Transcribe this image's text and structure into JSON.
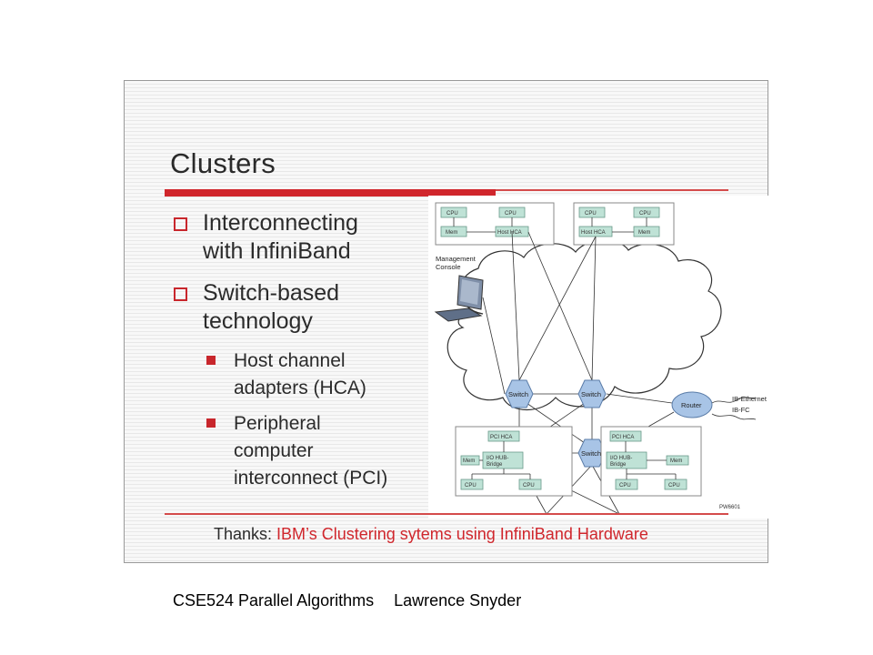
{
  "slide": {
    "title": "Clusters",
    "bullets": [
      {
        "level": 1,
        "text": [
          "Interconnecting",
          "with InfiniBand"
        ]
      },
      {
        "level": 1,
        "text": [
          "Switch-based",
          "technology"
        ]
      },
      {
        "level": 2,
        "text": [
          "Host channel",
          "adapters (HCA)"
        ]
      },
      {
        "level": 2,
        "text": [
          "Peripheral",
          "computer",
          "interconnect (PCI)"
        ]
      }
    ],
    "thanks_prefix": "Thanks: ",
    "thanks_source": "IBM’s Clustering sytems using InfiniBand Hardware"
  },
  "diagram": {
    "top_nodes": [
      {
        "cpu_left": "CPU",
        "cpu_right": "CPU",
        "mem": "Mem",
        "hca": "Host HCA"
      },
      {
        "cpu_left": "CPU",
        "cpu_right": "CPU",
        "mem": "Mem",
        "hca": "Host HCA"
      }
    ],
    "bottom_nodes": [
      {
        "pci": "PCI HCA",
        "bridge": [
          "I/O HUB-",
          "Bridge"
        ],
        "mem": "Mem",
        "cpu_left": "CPU",
        "cpu_right": "CPU"
      },
      {
        "pci": "PCI HCA",
        "bridge": [
          "I/O HUB-",
          "Bridge"
        ],
        "mem": "Mem",
        "cpu_left": "CPU",
        "cpu_right": "CPU"
      }
    ],
    "management_console": [
      "Management",
      "Console"
    ],
    "switch_label": "Switch",
    "router_label": "Router",
    "external_links": [
      "IB-Ethernet",
      "IB-FC"
    ],
    "figure_id": "PW6601"
  },
  "footer": {
    "course": "CSE524 Parallel Algorithms",
    "author": "Lawrence Snyder"
  }
}
